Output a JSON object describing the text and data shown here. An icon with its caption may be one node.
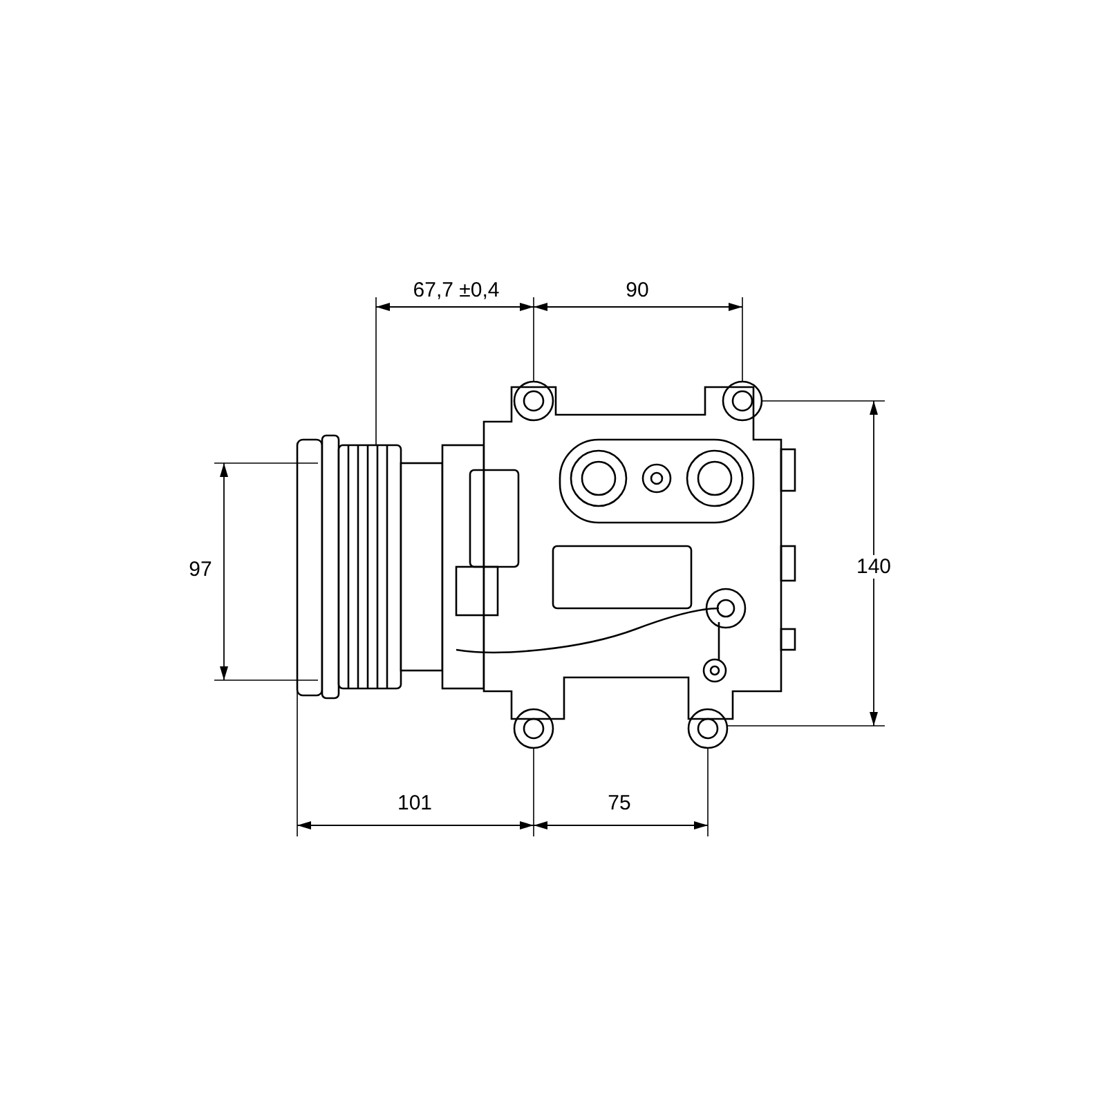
{
  "diagram": {
    "labels": [
      "67,7 ±0,4",
      "90",
      "97",
      "140",
      "101",
      "75"
    ]
  }
}
